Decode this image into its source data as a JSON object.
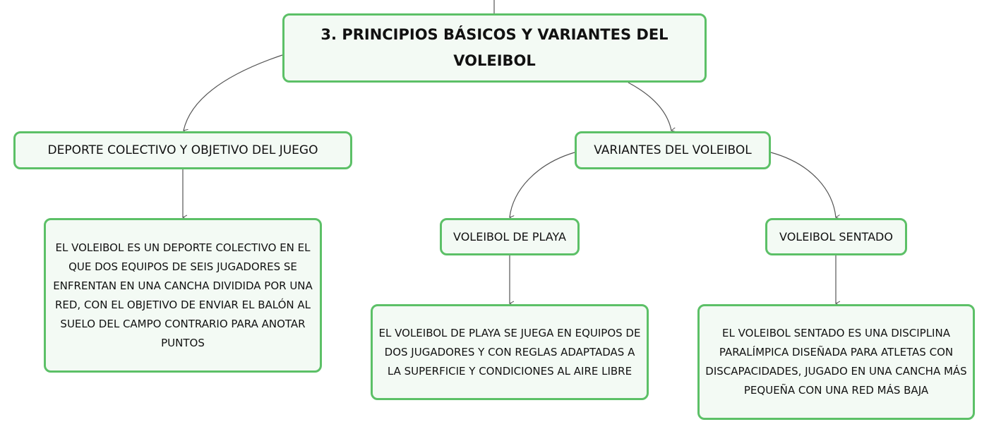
{
  "diagram": {
    "root": {
      "title": "3. PRINCIPIOS BÁSICOS Y VARIANTES DEL VOLEIBOL"
    },
    "branches": {
      "deporte": {
        "label": "DEPORTE COLECTIVO Y OBJETIVO DEL JUEGO",
        "description": "EL VOLEIBOL ES UN DEPORTE COLECTIVO EN EL QUE DOS EQUIPOS DE SEIS JUGADORES SE ENFRENTAN EN UNA CANCHA DIVIDIDA POR UNA RED, CON EL OBJETIVO DE ENVIAR EL BALÓN AL SUELO DEL CAMPO CONTRARIO PARA ANOTAR PUNTOS"
      },
      "variantes": {
        "label": "VARIANTES DEL VOLEIBOL",
        "playa": {
          "label": "VOLEIBOL DE PLAYA",
          "description": "EL VOLEIBOL DE PLAYA SE JUEGA EN EQUIPOS DE DOS JUGADORES Y CON REGLAS ADAPTADAS A LA SUPERFICIE Y CONDICIONES AL AIRE LIBRE"
        },
        "sentado": {
          "label": "VOLEIBOL SENTADO",
          "description": "EL VOLEIBOL SENTADO ES UNA DISCIPLINA PARALÍMPICA DISEÑADA PARA ATLETAS CON DISCAPACIDADES, JUGADO EN UNA CANCHA MÁS PEQUEÑA CON UNA RED MÁS BAJA"
        }
      }
    },
    "colors": {
      "node_border": "#5cc067",
      "node_fill": "#f3faf4",
      "connector": "#555555"
    }
  }
}
